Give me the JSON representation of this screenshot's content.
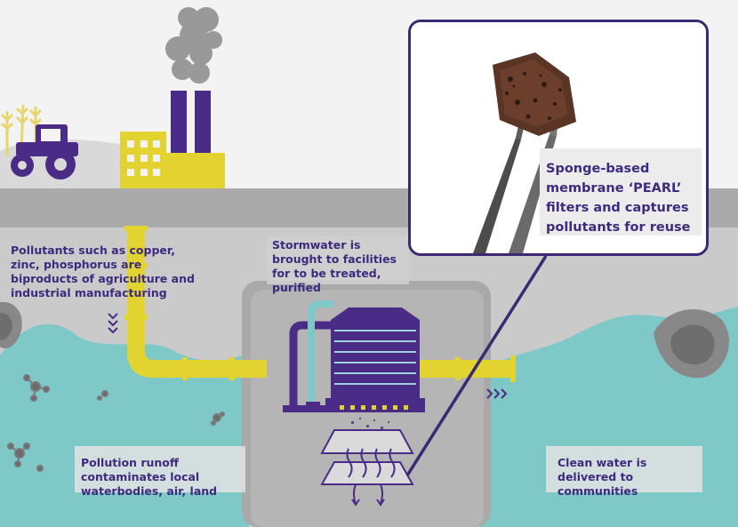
{
  "labels": {
    "pollutants": "Pollutants such as copper, zinc, phosphorus are biproducts of agriculture and industrial manufacturing",
    "stormwater": "Stormwater is brought to facilities for to be treated, purified",
    "runoff": "Pollution runoff contaminates local waterbodies, air, land",
    "clean_water": "Clean water is delivered to communities",
    "pearl": "Sponge-based membrane ‘PEARL’ filters and captures pollutants for reuse"
  },
  "colors": {
    "purple": "#4a2b86",
    "yellow": "#e3d331",
    "water": "#7ec8c8",
    "ground": "#c9c9c9",
    "text": "#3e2a7e"
  }
}
